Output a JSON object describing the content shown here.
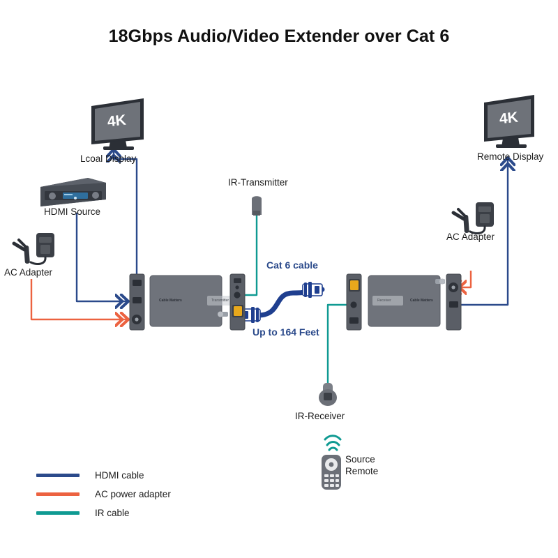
{
  "title": "18Gbps Audio/Video Extender over Cat 6",
  "colors": {
    "hdmi": "#2b4a8b",
    "power": "#ec6240",
    "ir": "#0f9a92",
    "device_body": "#6f737b",
    "device_dark": "#3b3f46",
    "panel": "#5a5e66",
    "rj45_yellow": "#e8a81c",
    "cat6_blue": "#1f3f8f",
    "screen": "#6e7279",
    "bezel": "#2b2f36",
    "text": "#1b1b1b"
  },
  "labels": {
    "local_display": "Lcoal Display",
    "hdmi_source": "HDMI Source",
    "ac_adapter_left": "AC Adapter",
    "ir_transmitter": "IR-Transmitter",
    "cat6_cable": "Cat 6 cable",
    "distance": "Up to 164 Feet",
    "ir_receiver": "IR-Receiver",
    "source_remote_line1": "Source",
    "source_remote_line2": "Remote",
    "remote_display": "Remote Display",
    "ac_adapter_right": "AC Adapter",
    "screen_4k_local": "4K",
    "screen_4k_remote": "4K"
  },
  "devices": {
    "transmitter": {
      "brand": "Cable Matters",
      "role": "Transmitter"
    },
    "receiver": {
      "brand": "Cable Matters",
      "role": "Receiver"
    }
  },
  "legend": [
    {
      "label": "HDMI cable",
      "color": "#2b4a8b"
    },
    {
      "label": "AC power adapter",
      "color": "#ec6240"
    },
    {
      "label": "IR cable",
      "color": "#0f9a92"
    }
  ]
}
